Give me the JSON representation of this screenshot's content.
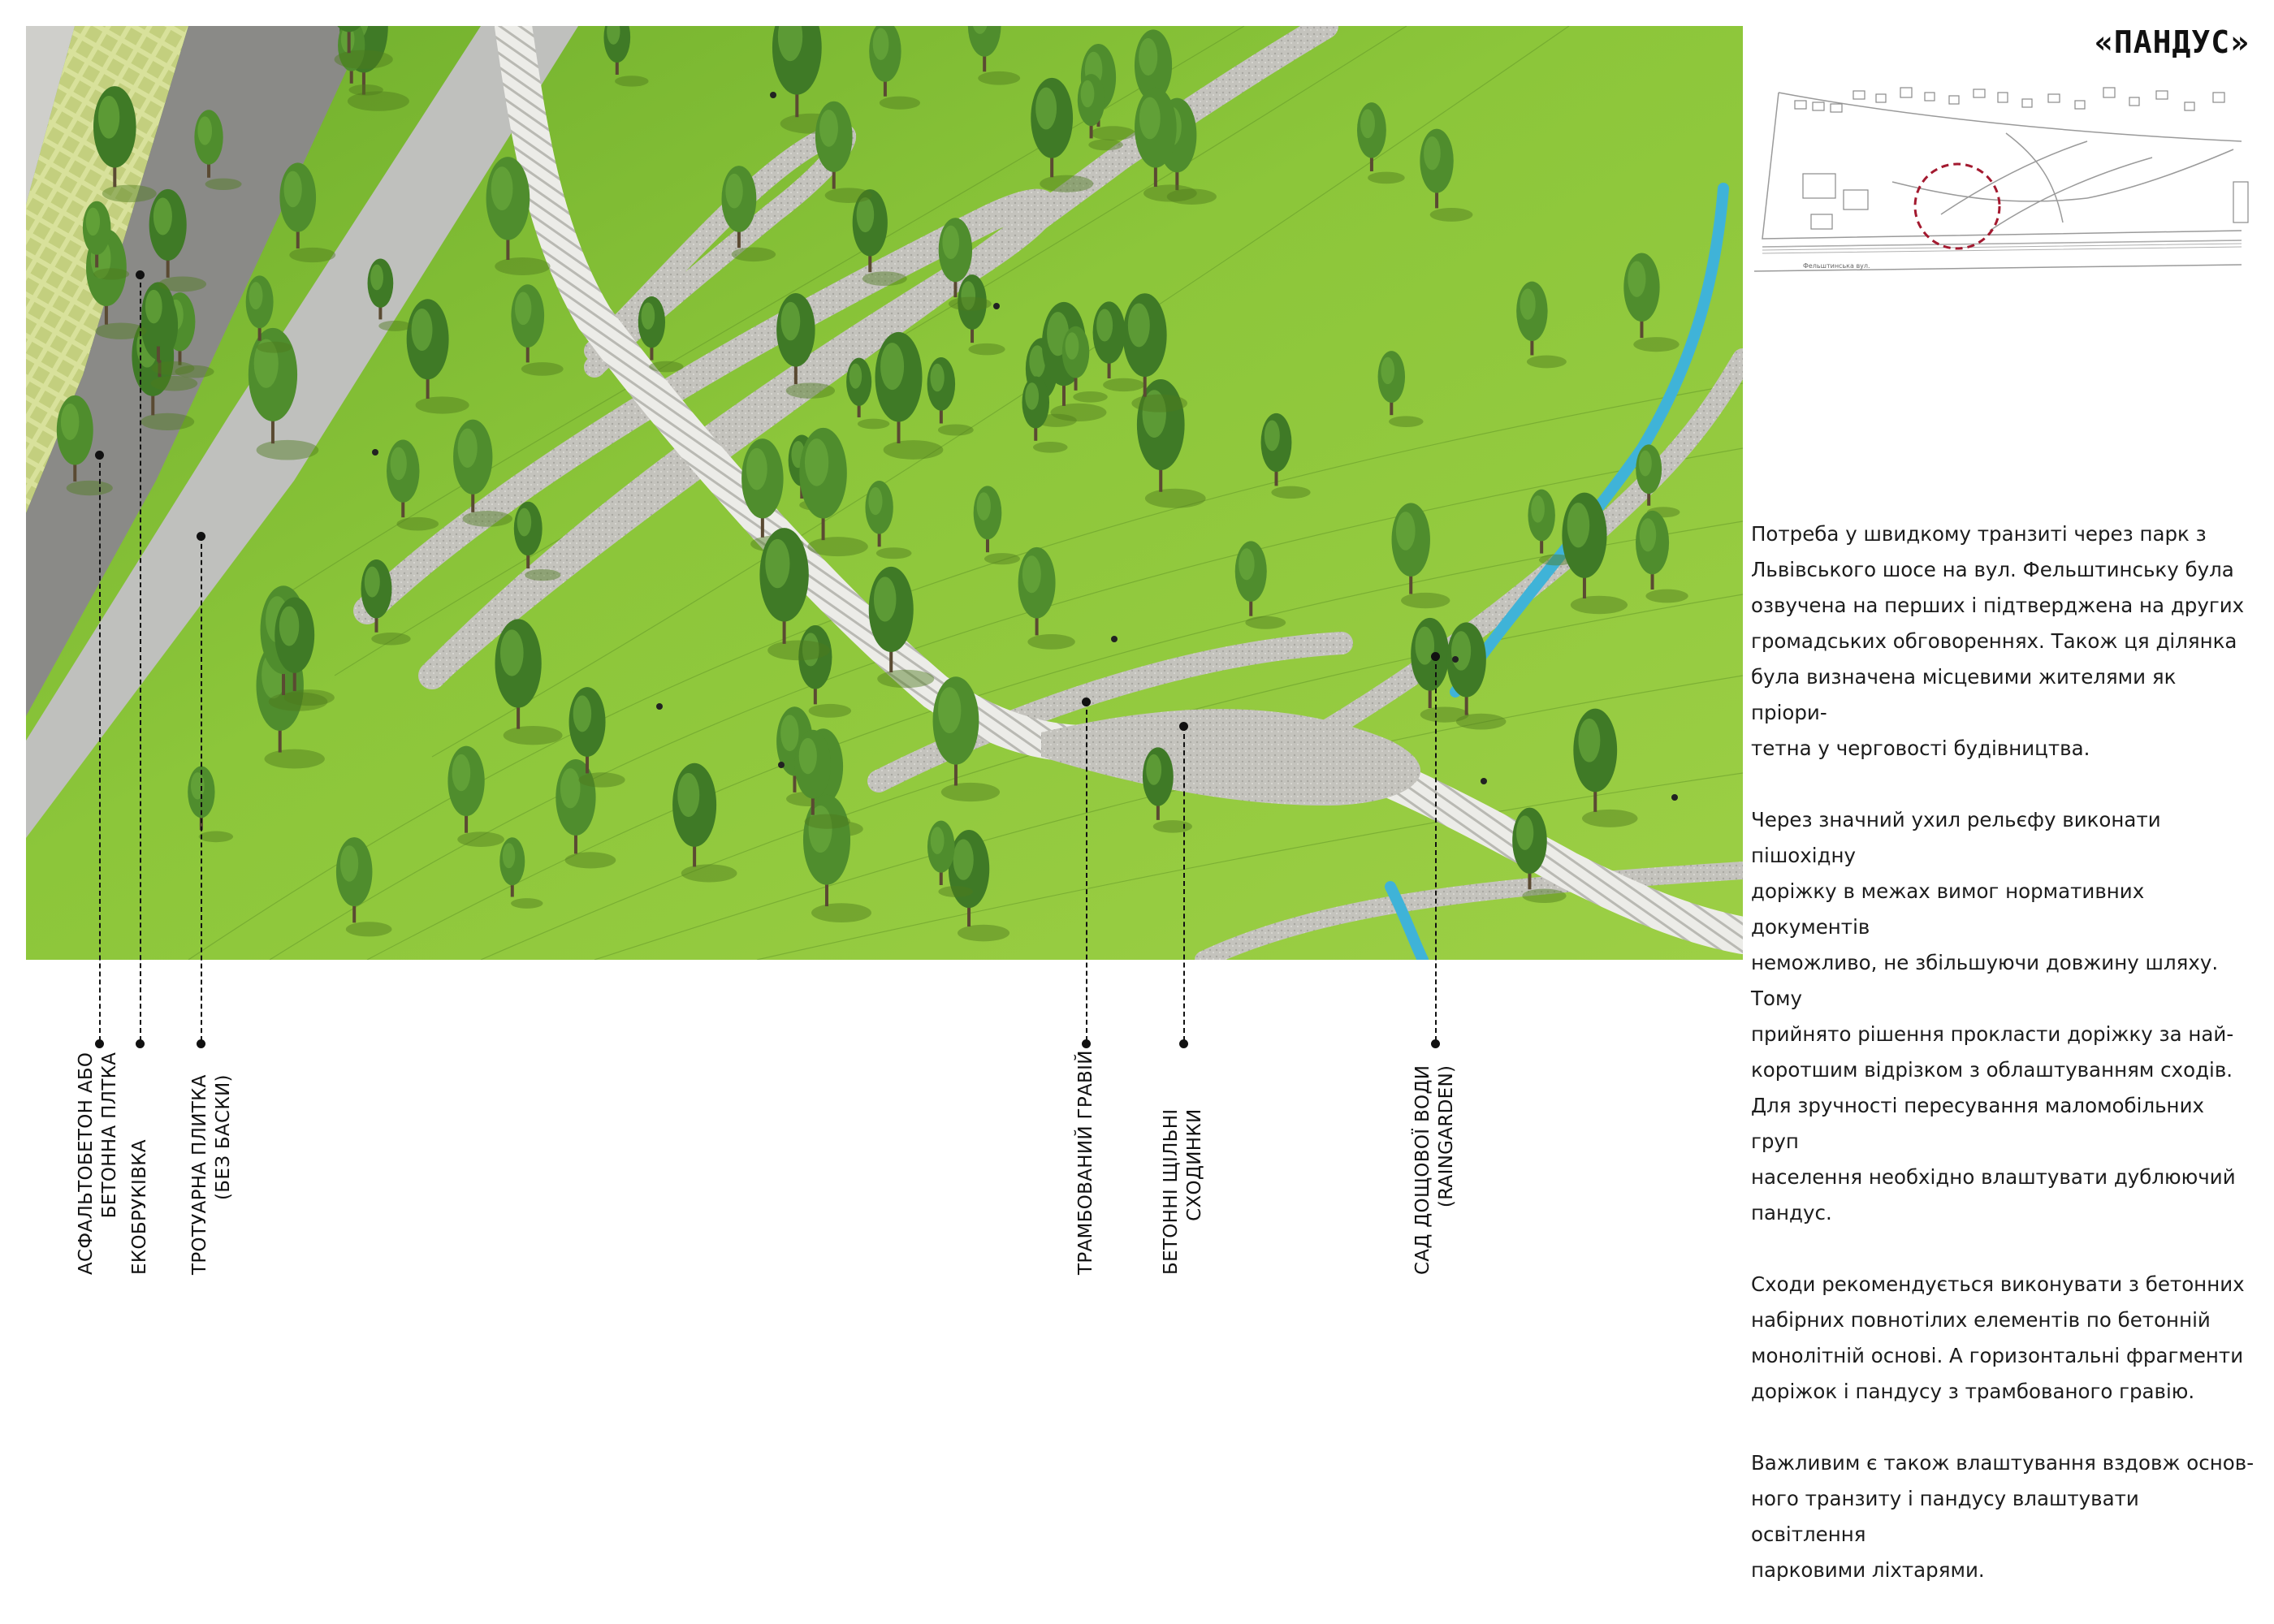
{
  "page": {
    "title": "«ПАНДУС»"
  },
  "labels": [
    {
      "id": "asphalt",
      "lines": [
        "АСФАЛЬТОБЕТОН АБО",
        "БЕТОННА ПЛТКА"
      ]
    },
    {
      "id": "eco",
      "lines": [
        "ЕКОБРУКІВКА"
      ]
    },
    {
      "id": "tile",
      "lines": [
        "ТРОТУАРНА ПЛИТКА",
        "(БЕЗ БАСКИ)"
      ]
    },
    {
      "id": "gravel",
      "lines": [
        "ТРАМБОВАНИЙ ГРАВІЙ"
      ]
    },
    {
      "id": "steps",
      "lines": [
        "БЕТОННІ ЩІЛЬНІ",
        "СХОДИНКИ"
      ]
    },
    {
      "id": "raingarden",
      "lines": [
        "САД ДОЩОВОЇ ВОДИ",
        "(RAINGARDEN)"
      ]
    }
  ],
  "minimap": {
    "street_label": "Фельштинська вул."
  },
  "text": {
    "paragraphs": [
      [
        "Потреба у швидкому транзиті через парк з",
        "Львівського шосе на вул. Фельштинську була",
        "озвучена на перших і підтверджена на других",
        "громадських обговореннях. Також ця ділянка",
        "була визначена місцевими жителями як пріори-",
        "тетна у черговості будівництва."
      ],
      [
        "Через значний ухил рельєфу виконати пішохідну",
        "доріжку в межах вимог нормативних документів",
        "неможливо, не збільшуючи довжину шляху. Тому",
        "прийнято рішення прокласти доріжку за най-",
        "коротшим відрізком з облаштуванням сходів.",
        "Для зручності пересування маломобільних груп",
        "населення необхідно влаштувати дублюючий",
        "пандус."
      ],
      [
        "Сходи рекомендується виконувати з бетонних",
        "набірних повнотілих  елементів по бетонній",
        "монолітній основі. А горизонтальні фрагменти",
        "доріжок і пандусу з трамбованого гравію."
      ],
      [
        "Важливим є також влаштування вздовж основ-",
        "ного транзиту і пандусу влаштувати освітлення",
        "парковими ліхтарями."
      ]
    ]
  },
  "colors": {
    "grass": "#8fc93a",
    "grass_dark": "#6ea82b",
    "path": "#c9c9c4",
    "stairs": "#e7e7e2",
    "water": "#3fb3d8",
    "accent_circle": "#a3192f"
  }
}
